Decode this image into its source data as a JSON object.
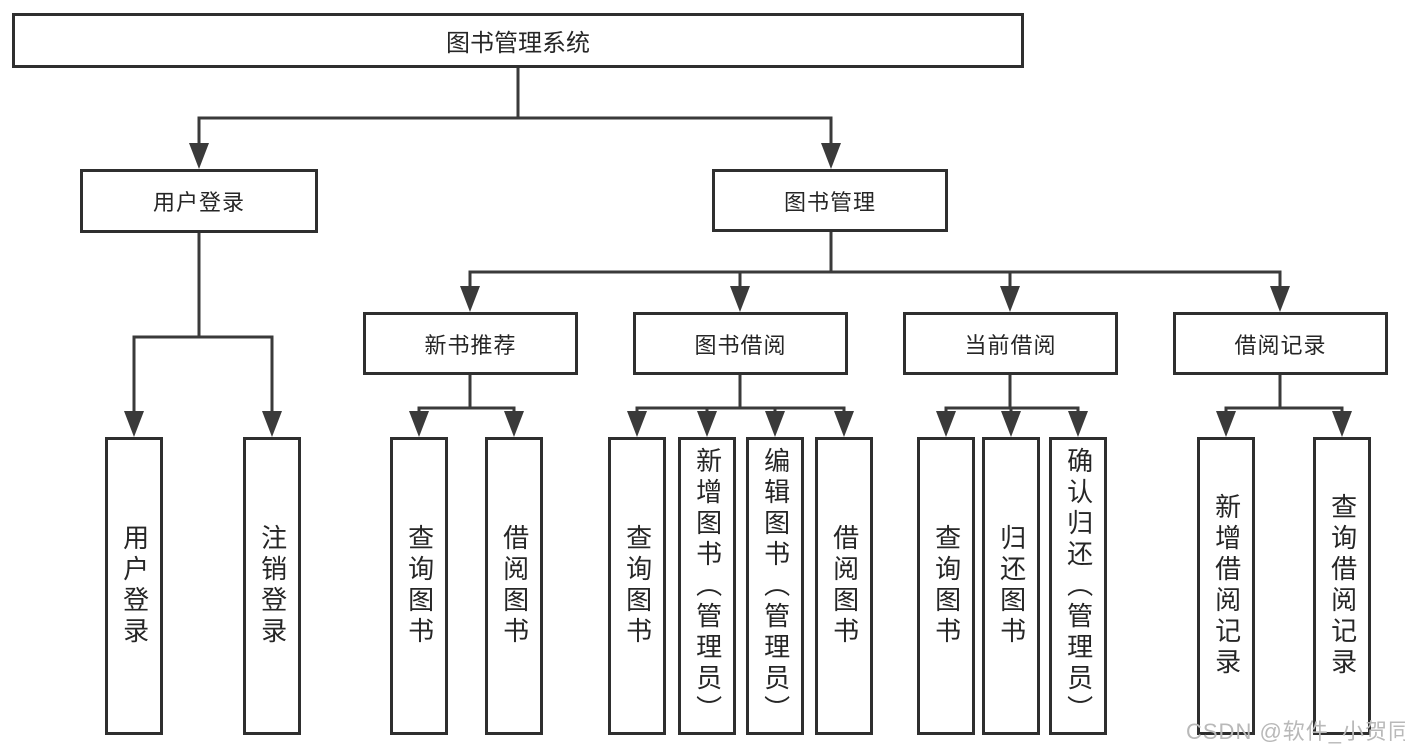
{
  "colors": {
    "line": "#3a3a3a",
    "box_border": "#2f2f2f",
    "text": "#262626",
    "background": "#ffffff",
    "watermark": "#b9b9b9"
  },
  "watermark": "CSDN @软件_小贺同学",
  "tree": {
    "root": {
      "label": "图书管理系统"
    },
    "children": [
      {
        "label": "用户登录",
        "children": [
          {
            "label": "用户登录"
          },
          {
            "label": "注销登录"
          }
        ]
      },
      {
        "label": "图书管理",
        "children": [
          {
            "label": "新书推荐",
            "children": [
              {
                "label": "查询图书"
              },
              {
                "label": "借阅图书"
              }
            ]
          },
          {
            "label": "图书借阅",
            "children": [
              {
                "label": "查询图书"
              },
              {
                "label": "新增图书（管理员）"
              },
              {
                "label": "编辑图书（管理员）"
              },
              {
                "label": "借阅图书"
              }
            ]
          },
          {
            "label": "当前借阅",
            "children": [
              {
                "label": "查询图书"
              },
              {
                "label": "归还图书"
              },
              {
                "label": "确认归还（管理员）"
              }
            ]
          },
          {
            "label": "借阅记录",
            "children": [
              {
                "label": "新增借阅记录"
              },
              {
                "label": "查询借阅记录"
              }
            ]
          }
        ]
      }
    ]
  }
}
